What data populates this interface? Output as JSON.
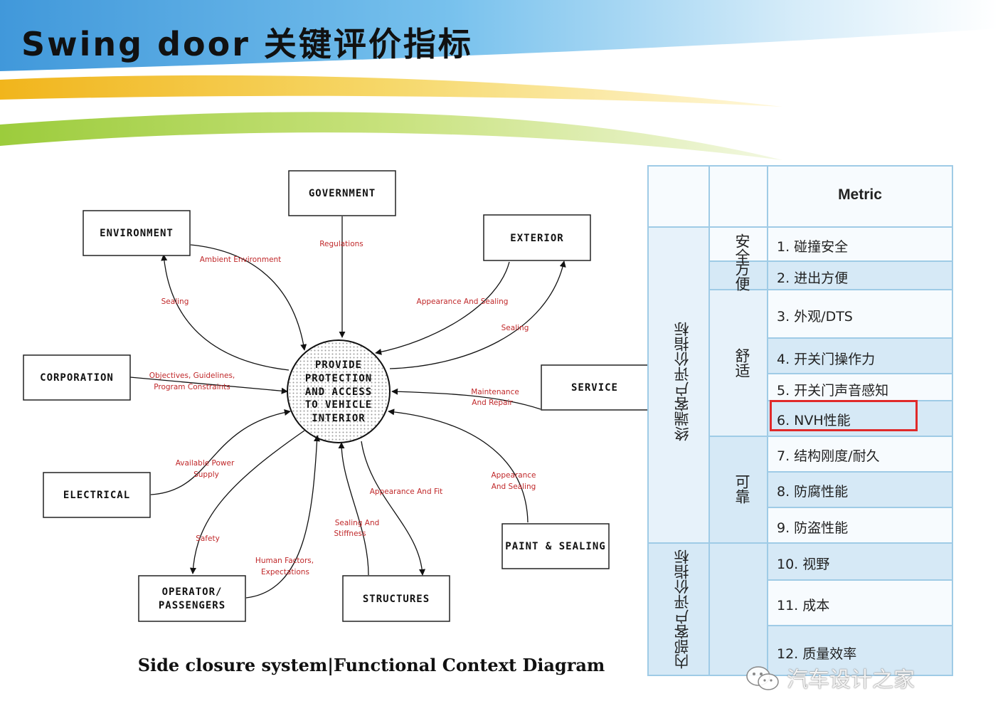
{
  "title": "Swing door 关键评价指标",
  "diagram": {
    "caption": "Side closure system|Functional Context Diagram",
    "center": [
      "PROVIDE",
      "PROTECTION",
      "AND ACCESS",
      "TO VEHICLE",
      "INTERIOR"
    ],
    "boxes": {
      "government": "GOVERNMENT",
      "environment": "ENVIRONMENT",
      "exterior": "EXTERIOR",
      "corporation": "CORPORATION",
      "service": "SERVICE",
      "electrical": "ELECTRICAL",
      "paint_sealing": "PAINT & SEALING",
      "operator_line1": "OPERATOR/",
      "operator_line2": "PASSENGERS",
      "structures": "STRUCTURES"
    },
    "flows": {
      "regulations": "Regulations",
      "ambient_environment": "Ambient Environment",
      "sealing_env": "Sealing",
      "appearance_sealing_ext": "Appearance And Sealing",
      "sealing_ext": "Sealing",
      "objectives_line1": "Objectives, Guidelines,",
      "objectives_line2": "Program Constraints",
      "maintenance_line1": "Maintenance",
      "maintenance_line2": "And Repair",
      "power_line1": "Available Power",
      "power_line2": "Supply",
      "safety": "Safety",
      "human_line1": "Human Factors,",
      "human_line2": "Expectations",
      "sealing_stiff_line1": "Sealing And",
      "sealing_stiff_line2": "Stiffness",
      "appearance_fit": "Appearance And Fit",
      "appearance_paint_line1": "Appearance",
      "appearance_paint_line2": "And Sealing"
    }
  },
  "table": {
    "header": "Metric",
    "group_end_customer": "终端客户评价指标",
    "group_internal": "内部客户评价指标",
    "cat_safety": "安全",
    "cat_convenience": "方便",
    "cat_comfort": "舒适",
    "cat_reliability": "可靠",
    "metrics": [
      "1. 碰撞安全",
      "2. 进出方便",
      "3. 外观/DTS",
      "4. 开关门操作力",
      "5. 开关门声音感知",
      "6. NVH性能",
      "7.  结构刚度/耐久",
      "8. 防腐性能",
      "9. 防盗性能",
      "10. 视野",
      "11. 成本",
      "12. 质量效率"
    ],
    "highlighted_metric_index": 5,
    "highlight_color": "#e02a2a"
  },
  "watermark": "汽车设计之家",
  "colors": {
    "banner_blue": "#3ba0e0",
    "banner_yellow": "#f2c530",
    "banner_green": "#b9d95a",
    "flow_red": "#c0282a",
    "table_border": "#9fcbe6"
  }
}
